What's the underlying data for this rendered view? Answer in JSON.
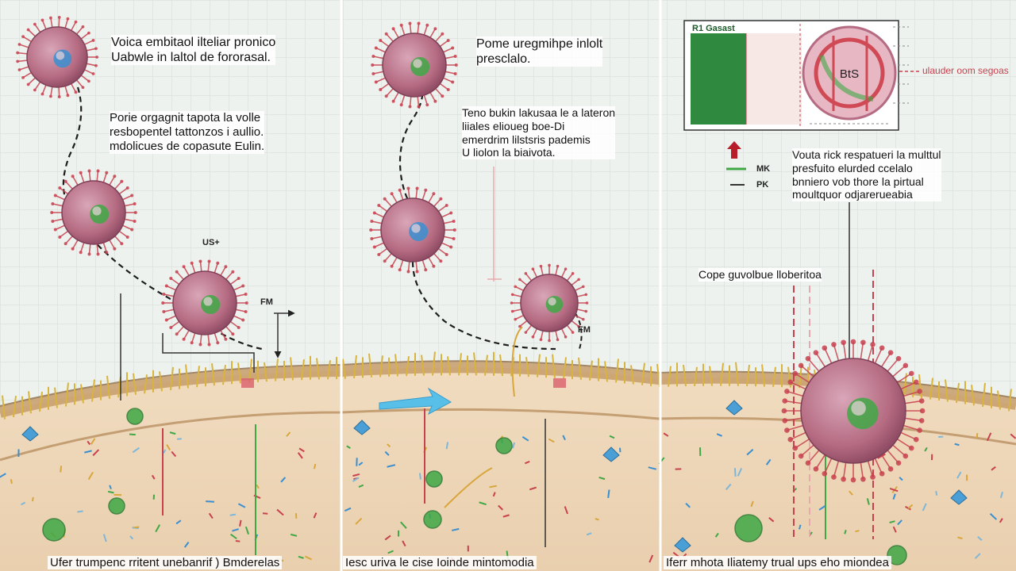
{
  "panels": [
    {
      "id": "left",
      "label_a": [
        "Voica embitaol ilteliar pronico",
        "Uabwle in laltol de fororasal."
      ],
      "label_b": [
        "Porie orgagnit tapota la volle",
        "resbopentel tattonzos i aullio.",
        "mdolicues de copasute Eulin."
      ],
      "marker_us": "US+",
      "marker_fm": "FM",
      "caption": "Ufer trumpenc rritent unebanrif ) Bmderelas"
    },
    {
      "id": "middle",
      "label_a": [
        "Pome uregmihpe inlolt",
        "presclalo."
      ],
      "label_b": [
        "Teno bukin lakusaa le a lateron",
        "liiales elioueg boe-Di",
        "emerdrim lilstsris pademis",
        "U liolon la biaivota."
      ],
      "marker_fm": "FM",
      "caption": "Iesc uriva le cise Ioinde mintomodia"
    },
    {
      "id": "right",
      "inset_left_label": "R1 Gasast",
      "inset_center_label": "BtS",
      "inset_side_label": "ulauder oom segoas",
      "marker_mk": "MK",
      "marker_pk": "PK",
      "label_a": [
        "Vouta rick respatueri la multtul",
        "presfuito elurded ccelalo",
        "bnniero vob thore la pirtual",
        "moultquor odjarerueabia"
      ],
      "label_b": "Cope guvolbue lloberitoa",
      "caption": "Iferr mhota Iliatemy trual ups eho miondea"
    }
  ],
  "colors": {
    "background": "#eef2ee",
    "membrane": "#dbb98c",
    "cytoplasm": "#eed8bc",
    "cell_body": "#b56b82",
    "nucleus_green": "#3fa845",
    "nucleus_blue": "#3a8fd0",
    "spike_red": "#c8414f",
    "arrow_blue": "#57bfe8"
  }
}
